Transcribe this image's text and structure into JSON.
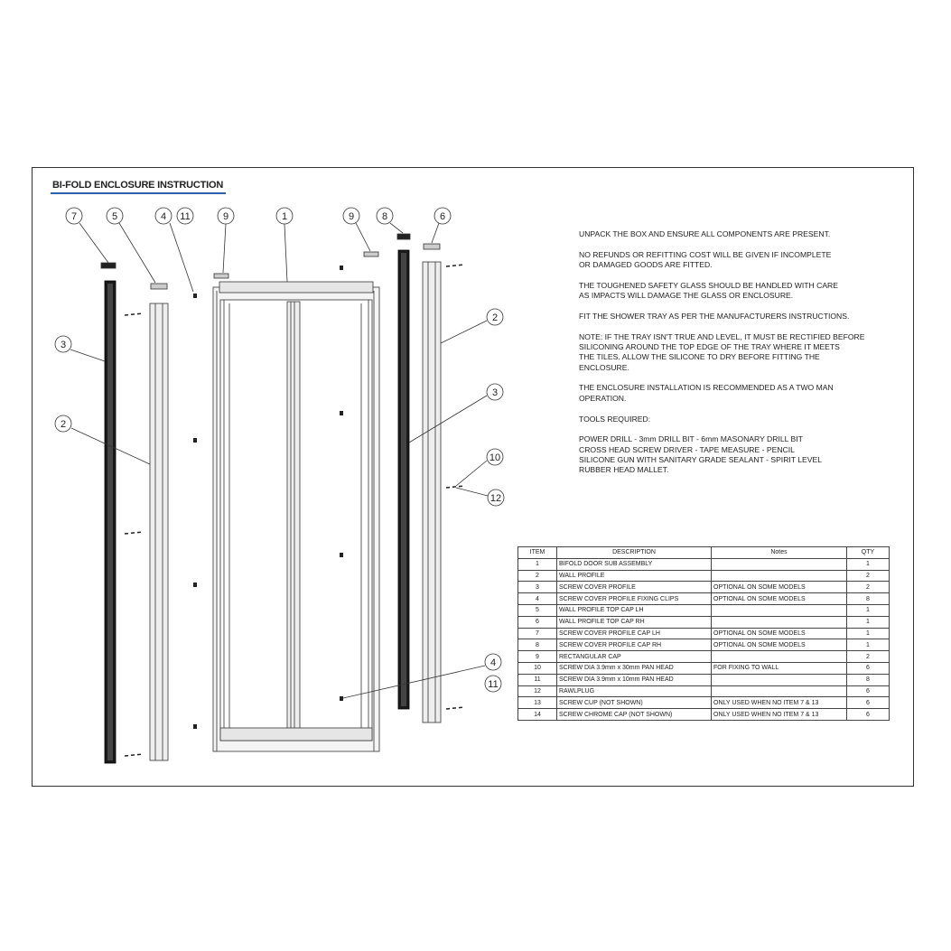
{
  "title": "BI-FOLD ENCLOSURE INSTRUCTION",
  "colors": {
    "title_underline": "#2e5fa8",
    "screw_cover": "#1a1a1a",
    "line": "#333333"
  },
  "instructions": [
    "UNPACK THE BOX AND ENSURE ALL COMPONENTS ARE PRESENT.",
    "NO REFUNDS OR REFITTING COST WILL BE GIVEN IF INCOMPLETE\nOR DAMAGED GOODS ARE FITTED.",
    "THE TOUGHENED SAFETY GLASS SHOULD BE HANDLED WITH CARE\nAS IMPACTS WILL DAMAGE THE GLASS OR ENCLOSURE.",
    "FIT THE SHOWER TRAY AS PER THE MANUFACTURERS INSTRUCTIONS.",
    "NOTE: IF THE TRAY ISN'T TRUE AND LEVEL, IT MUST BE RECTIFIED BEFORE\nSILICONING AROUND THE TOP EDGE OF THE TRAY WHERE IT MEETS\nTHE TILES. ALLOW THE SILICONE TO DRY BEFORE FITTING THE\nENCLOSURE.",
    "THE ENCLOSURE INSTALLATION IS RECOMMENDED AS A TWO MAN\nOPERATION.",
    "TOOLS REQUIRED:",
    "POWER DRILL  -  3mm DRILL BIT  -  6mm MASONARY DRILL BIT\nCROSS HEAD SCREW DRIVER  -  TAPE MEASURE  -  PENCIL\nSILICONE GUN WITH SANITARY GRADE SEALANT  -  SPIRIT LEVEL\nRUBBER HEAD MALLET."
  ],
  "table": {
    "headers": [
      "ITEM",
      "DESCRIPTION",
      "Notes",
      "QTY"
    ],
    "rows": [
      [
        "1",
        "BIFOLD DOOR SUB ASSEMBLY",
        "",
        "1"
      ],
      [
        "2",
        "WALL PROFILE",
        "",
        "2"
      ],
      [
        "3",
        "SCREW COVER PROFILE",
        "OPTIONAL ON SOME MODELS",
        "2"
      ],
      [
        "4",
        "SCREW COVER PROFILE FIXING CLIPS",
        "OPTIONAL ON SOME MODELS",
        "8"
      ],
      [
        "5",
        "WALL PROFILE TOP CAP LH",
        "",
        "1"
      ],
      [
        "6",
        "WALL PROFILE TOP CAP RH",
        "",
        "1"
      ],
      [
        "7",
        "SCREW COVER PROFILE CAP LH",
        "OPTIONAL ON SOME MODELS",
        "1"
      ],
      [
        "8",
        "SCREW COVER PROFILE CAP RH",
        "OPTIONAL ON SOME MODELS",
        "1"
      ],
      [
        "9",
        "RECTANGULAR CAP",
        "",
        "2"
      ],
      [
        "10",
        "SCREW DIA 3.9mm x 30mm PAN HEAD",
        "FOR FIXING TO WALL",
        "6"
      ],
      [
        "11",
        "SCREW DIA 3.9mm x 10mm PAN HEAD",
        "",
        "8"
      ],
      [
        "12",
        "RAWLPLUG",
        "",
        "6"
      ],
      [
        "13",
        "SCREW CUP (NOT SHOWN)",
        "ONLY USED WHEN NO ITEM 7 & 13",
        "6"
      ],
      [
        "14",
        "SCREW CHROME CAP (NOT SHOWN)",
        "ONLY USED WHEN NO ITEM 7 & 13",
        "6"
      ]
    ]
  },
  "callouts": [
    "7",
    "5",
    "4",
    "11",
    "9",
    "1",
    "9",
    "8",
    "6",
    "3",
    "2",
    "2",
    "3",
    "10",
    "12",
    "4",
    "11"
  ]
}
